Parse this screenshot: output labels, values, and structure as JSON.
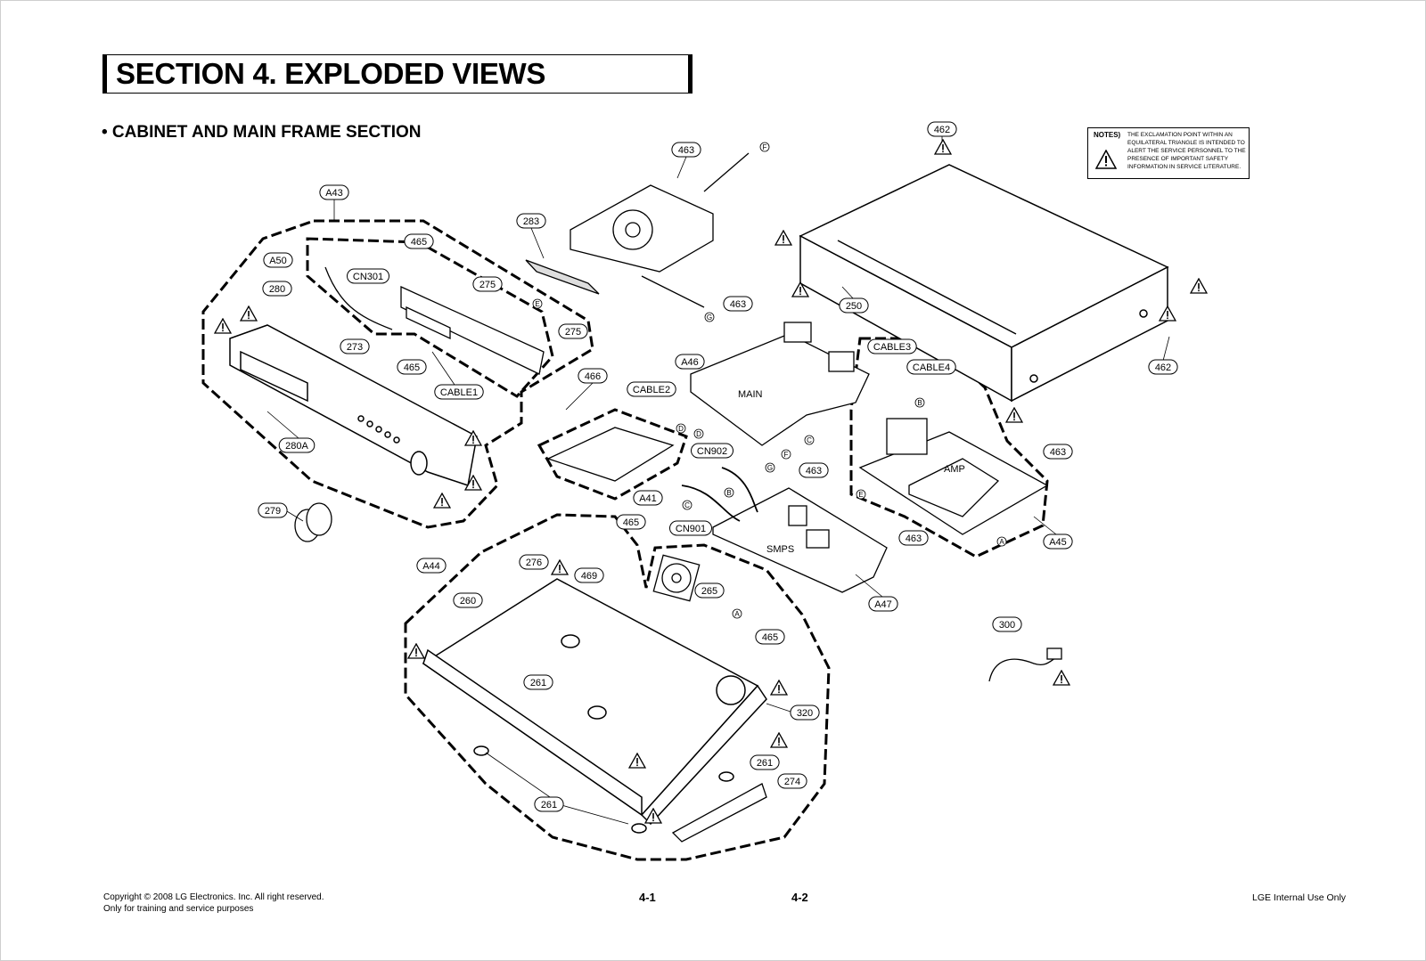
{
  "title": "SECTION 4. EXPLODED VIEWS",
  "subtitle": "• CABINET AND MAIN FRAME SECTION",
  "notes": {
    "heading": "NOTES)",
    "text": "THE EXCLAMATION POINT WITHIN AN EQUILATERAL TRIANGLE IS INTENDED TO ALERT THE SERVICE PERSONNEL TO THE PRESENCE OF IMPORTANT SAFETY INFORMATION IN SERVICE LITERATURE."
  },
  "part_labels": {
    "p462a": "462",
    "p462b": "462",
    "p463a": "463",
    "p463b": "463",
    "p463c": "463",
    "p463d": "463",
    "p463e": "463",
    "a43": "A43",
    "a50": "A50",
    "p465a": "465",
    "cn301": "CN301",
    "p275a": "275",
    "p275b": "275",
    "p280": "280",
    "p273": "273",
    "p465b": "465",
    "cable1": "CABLE1",
    "p280a": "280A",
    "p279": "279",
    "p283": "283",
    "p250": "250",
    "a46": "A46",
    "cable2": "CABLE2",
    "p466": "466",
    "cable3": "CABLE3",
    "cable4": "CABLE4",
    "cn902": "CN902",
    "cn901": "CN901",
    "a41": "A41",
    "a44": "A44",
    "p276": "276",
    "p469": "469",
    "p465c": "465",
    "p265": "265",
    "p465d": "465",
    "p260": "260",
    "p261a": "261",
    "p261b": "261",
    "p261c": "261",
    "p320": "320",
    "p274": "274",
    "a47": "A47",
    "a45": "A45",
    "p300": "300"
  },
  "letter_markers": {
    "f": "F",
    "e": "E",
    "g1": "G",
    "d1": "D",
    "d2": "D",
    "c1": "C",
    "c2": "C",
    "g2": "G",
    "f2": "F",
    "b1": "B",
    "b2": "B",
    "e2": "E",
    "a1": "A",
    "a2": "A"
  },
  "board_text": {
    "main": "MAIN",
    "amp": "AMP",
    "smps": "SMPS"
  },
  "footer": {
    "copyright": "Copyright © 2008 LG Electronics. Inc. All right reserved.",
    "training": "Only for training and service purposes",
    "page_left": "4-1",
    "page_right": "4-2",
    "internal": "LGE Internal Use Only"
  }
}
